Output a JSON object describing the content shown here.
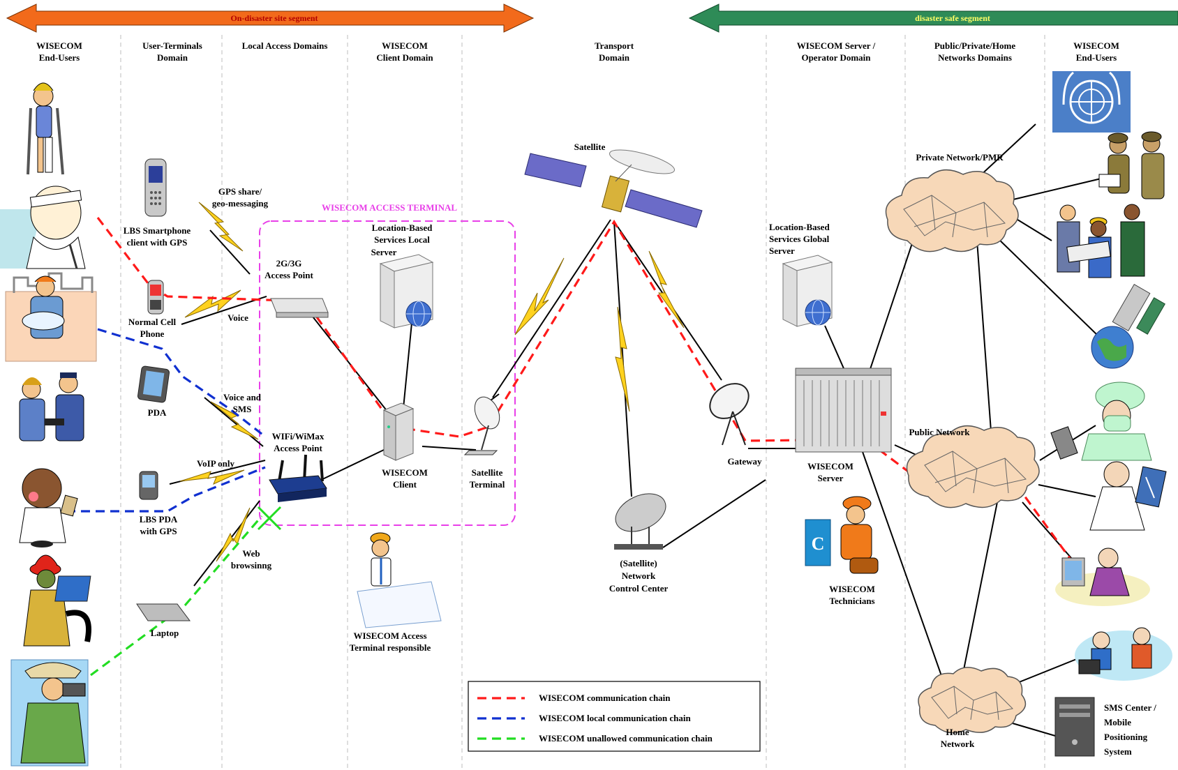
{
  "segments": {
    "on_site": "On-disaster site segment",
    "safe": "disaster safe segment"
  },
  "columns": [
    [
      "WISECOM",
      "End-Users"
    ],
    [
      "User-Terminals",
      "Domain"
    ],
    [
      "Local Access Domains"
    ],
    [
      "WISECOM",
      "Client Domain"
    ],
    [
      "Transport",
      "Domain"
    ],
    [
      "WISECOM Server /",
      "Operator Domain"
    ],
    [
      "Public/Private/Home",
      "Networks Domains"
    ],
    [
      "WISECOM",
      "End-Users"
    ]
  ],
  "access_terminal_title": "WISECOM ACCESS TERMINAL",
  "devices": {
    "lbs_smartphone": [
      "LBS Smartphone",
      "client with GPS"
    ],
    "normal_cell_phone": [
      "Normal Cell",
      "Phone"
    ],
    "pda": [
      "PDA"
    ],
    "lbs_pda": [
      "LBS PDA",
      "with GPS"
    ],
    "laptop": [
      "Laptop"
    ],
    "access_point_2g3g": [
      "2G/3G",
      "Access Point"
    ],
    "wifi_wimax_ap": [
      "WIFi/WiMax",
      "Access Point"
    ],
    "lbs_local_server": [
      "Location-Based",
      "Services Local",
      "Server"
    ],
    "wisecom_client": [
      "WISECOM",
      "Client"
    ],
    "satellite_terminal": [
      "Satellite",
      "Terminal"
    ],
    "satellite": [
      "Satellite"
    ],
    "network_control_center": [
      "(Satellite)",
      "Network",
      "Control Center"
    ],
    "gateway": [
      "Gateway"
    ],
    "lbs_global_server": [
      "Location-Based",
      "Services Global",
      "Server"
    ],
    "wisecom_server": [
      "WISECOM",
      "Server"
    ],
    "technicians": [
      "WISECOM",
      "Technicians"
    ],
    "access_terminal_responsible": [
      "WISECOM Access",
      "Terminal responsible"
    ],
    "private_network": [
      "Private Network/PMR"
    ],
    "public_network": [
      "Public Network"
    ],
    "home_network": [
      "Home",
      "Network"
    ],
    "sms_center": [
      "SMS Center /",
      "Mobile",
      "Positioning",
      "System"
    ]
  },
  "link_labels": {
    "gps_share": [
      "GPS share/",
      "geo-messaging"
    ],
    "voice": [
      "Voice"
    ],
    "voice_sms": [
      "Voice and",
      "SMS"
    ],
    "voip": [
      "VoIP only"
    ],
    "web": [
      "Web",
      "browsinng"
    ]
  },
  "legend": [
    {
      "label": "WISECOM communication chain",
      "color": "#ff1a1a"
    },
    {
      "label": "WISECOM local communication chain",
      "color": "#1030d0"
    },
    {
      "label": "WISECOM unallowed communication chain",
      "color": "#22dd22"
    }
  ],
  "colors": {
    "on_site_arrow": "#f26a1b",
    "safe_arrow": "#2e8b57",
    "access_terminal_box": "#e83fe8",
    "segment_text_on_site": "#b30000",
    "segment_text_safe": "#ffff66"
  },
  "icons": [
    "un-emblem-icon",
    "soldiers-icon",
    "business-people-icon",
    "earth-satellite-icon",
    "surgeon-icon",
    "doctor-xray-icon",
    "office-worker-icon",
    "call-center-icon",
    "crutches-girl-icon",
    "injured-man-icon",
    "rescuer-baby-icon",
    "police-officers-icon",
    "doctor-kid-icon",
    "firefighter-icon",
    "photographer-icon",
    "server-icon",
    "router-icon",
    "satellite-dish-icon",
    "cloud-network-icon",
    "desktop-tower-icon"
  ]
}
